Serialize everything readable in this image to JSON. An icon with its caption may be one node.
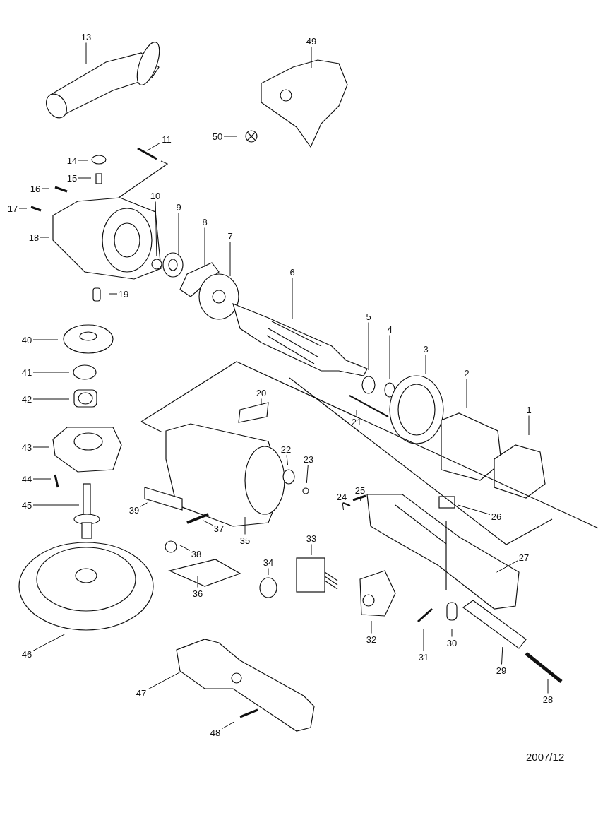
{
  "diagram": {
    "nodes": [
      {
        "text": [
          "13"
        ]
      },
      {
        "text": [
          "49"
        ]
      },
      {
        "text": [
          "50"
        ]
      },
      {
        "text": [
          "11"
        ]
      },
      {
        "text": [
          "14"
        ]
      },
      {
        "text": [
          "15"
        ]
      },
      {
        "text": [
          "16"
        ]
      },
      {
        "text": [
          "10"
        ]
      },
      {
        "text": [
          "17"
        ]
      },
      {
        "text": [
          "9"
        ]
      },
      {
        "text": [
          "8"
        ]
      },
      {
        "text": [
          "7"
        ]
      },
      {
        "text": [
          "18"
        ]
      },
      {
        "text": [
          "6"
        ]
      },
      {
        "text": [
          "19"
        ]
      },
      {
        "text": [
          "5"
        ]
      },
      {
        "text": [
          "4"
        ]
      },
      {
        "text": [
          "40"
        ]
      },
      {
        "text": [
          "3"
        ]
      },
      {
        "text": [
          "41"
        ]
      },
      {
        "text": [
          "2"
        ]
      },
      {
        "text": [
          "20"
        ]
      },
      {
        "text": [
          "42"
        ]
      },
      {
        "text": [
          "1"
        ]
      },
      {
        "text": [
          "21"
        ]
      },
      {
        "text": [
          "43"
        ]
      },
      {
        "text": [
          "22"
        ]
      },
      {
        "text": [
          "23"
        ]
      },
      {
        "text": [
          "44"
        ]
      },
      {
        "text": [
          "25"
        ]
      },
      {
        "text": [
          "24"
        ]
      },
      {
        "text": [
          "45"
        ]
      },
      {
        "text": [
          "39"
        ]
      },
      {
        "text": [
          "26"
        ]
      },
      {
        "text": [
          "37"
        ]
      },
      {
        "text": [
          "33"
        ]
      },
      {
        "text": [
          "35"
        ]
      },
      {
        "text": [
          "38"
        ]
      },
      {
        "text": [
          "27"
        ]
      },
      {
        "text": [
          "34"
        ]
      },
      {
        "text": [
          "36"
        ]
      },
      {
        "text": [
          "32"
        ]
      },
      {
        "text": [
          "30"
        ]
      },
      {
        "text": [
          "46"
        ]
      },
      {
        "text": [
          "31"
        ]
      },
      {
        "text": [
          "29"
        ]
      },
      {
        "text": [
          "47"
        ]
      },
      {
        "text": [
          "28"
        ]
      },
      {
        "text": [
          "48"
        ]
      }
    ],
    "edges": [
      {
        "from": 0,
        "to": null,
        "arrow": "none"
      },
      {
        "from": 1,
        "to": null,
        "arrow": "none"
      },
      {
        "from": 2,
        "to": null,
        "arrow": "none"
      },
      {
        "from": 3,
        "to": null,
        "arrow": "none"
      },
      {
        "from": 4,
        "to": null,
        "arrow": "none"
      },
      {
        "from": 5,
        "to": null,
        "arrow": "none"
      },
      {
        "from": 6,
        "to": null,
        "arrow": "none"
      },
      {
        "from": 7,
        "to": null,
        "arrow": "none"
      },
      {
        "from": 8,
        "to": null,
        "arrow": "none"
      },
      {
        "from": 9,
        "to": null,
        "arrow": "none"
      },
      {
        "from": 10,
        "to": null,
        "arrow": "none"
      },
      {
        "from": 11,
        "to": null,
        "arrow": "none"
      },
      {
        "from": 12,
        "to": null,
        "arrow": "none"
      },
      {
        "from": 13,
        "to": null,
        "arrow": "none"
      },
      {
        "from": 14,
        "to": null,
        "arrow": "none"
      },
      {
        "from": 15,
        "to": null,
        "arrow": "none"
      },
      {
        "from": 16,
        "to": null,
        "arrow": "none"
      },
      {
        "from": 17,
        "to": null,
        "arrow": "none"
      },
      {
        "from": 18,
        "to": null,
        "arrow": "none"
      },
      {
        "from": 19,
        "to": null,
        "arrow": "none"
      },
      {
        "from": 20,
        "to": null,
        "arrow": "none"
      },
      {
        "from": 21,
        "to": null,
        "arrow": "none"
      },
      {
        "from": 22,
        "to": null,
        "arrow": "none"
      },
      {
        "from": 23,
        "to": null,
        "arrow": "none"
      },
      {
        "from": 24,
        "to": null,
        "arrow": "none"
      },
      {
        "from": 25,
        "to": null,
        "arrow": "none"
      },
      {
        "from": 26,
        "to": null,
        "arrow": "none"
      },
      {
        "from": 27,
        "to": null,
        "arrow": "none"
      },
      {
        "from": 28,
        "to": null,
        "arrow": "none"
      },
      {
        "from": 29,
        "to": null,
        "arrow": "none"
      },
      {
        "from": 30,
        "to": null,
        "arrow": "none"
      },
      {
        "from": 31,
        "to": null,
        "arrow": "none"
      },
      {
        "from": 32,
        "to": null,
        "arrow": "none"
      },
      {
        "from": 33,
        "to": null,
        "arrow": "none"
      },
      {
        "from": 34,
        "to": null,
        "arrow": "none"
      },
      {
        "from": 35,
        "to": null,
        "arrow": "none"
      },
      {
        "from": 36,
        "to": null,
        "arrow": "none"
      },
      {
        "from": 37,
        "to": null,
        "arrow": "none"
      },
      {
        "from": 38,
        "to": null,
        "arrow": "none"
      },
      {
        "from": 39,
        "to": null,
        "arrow": "none"
      },
      {
        "from": 40,
        "to": null,
        "arrow": "none"
      },
      {
        "from": 41,
        "to": null,
        "arrow": "none"
      },
      {
        "from": 42,
        "to": null,
        "arrow": "none"
      },
      {
        "from": 43,
        "to": null,
        "arrow": "none"
      },
      {
        "from": 44,
        "to": null,
        "arrow": "none"
      },
      {
        "from": 45,
        "to": null,
        "arrow": "none"
      },
      {
        "from": 46,
        "to": null,
        "arrow": "none"
      },
      {
        "from": 47,
        "to": null,
        "arrow": "none"
      },
      {
        "from": 48,
        "to": null,
        "arrow": "none"
      }
    ],
    "labels": [
      "2007/12"
    ]
  }
}
